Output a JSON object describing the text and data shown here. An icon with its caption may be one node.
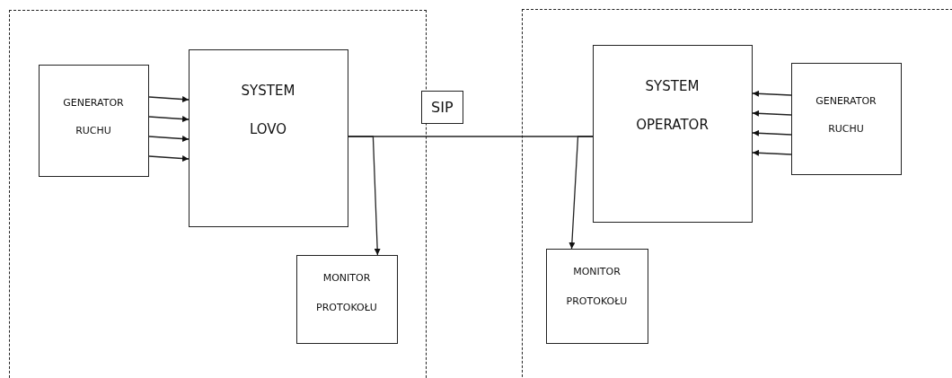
{
  "diagram": {
    "nodes": [
      {
        "text": [],
        "shape": "box"
      },
      {
        "text": [
          "GENERATOR RUCHU"
        ],
        "in": 0
      },
      {
        "text": [
          "SYSTEM LOVO"
        ],
        "in": 0
      },
      {
        "text": [
          "MONITOR PROTOKOŁU"
        ],
        "in": 0
      },
      {
        "text": [],
        "shape": "box"
      },
      {
        "text": [
          "SYSTEM OPERATOR"
        ],
        "in": 4
      },
      {
        "text": [
          "GENERATOR RUCHU"
        ],
        "in": 4
      },
      {
        "text": [
          "MONITOR PROTOKOŁU"
        ],
        "in": 4
      }
    ],
    "edges": [
      {
        "from": 1,
        "to": 2,
        "arrow": "to"
      },
      {
        "from": 1,
        "to": 2,
        "arrow": "to"
      },
      {
        "from": 1,
        "to": 2,
        "arrow": "to"
      },
      {
        "from": 1,
        "to": 2,
        "arrow": "to"
      },
      {
        "from": 2,
        "to": 5,
        "arrow": "none",
        "label": "SIP"
      },
      {
        "from": 2,
        "to": 3,
        "arrow": "to"
      },
      {
        "from": 5,
        "to": 7,
        "arrow": "to"
      },
      {
        "from": 6,
        "to": 5,
        "arrow": "to"
      },
      {
        "from": 6,
        "to": 5,
        "arrow": "to"
      },
      {
        "from": 6,
        "to": 5,
        "arrow": "to"
      },
      {
        "from": 6,
        "to": 5,
        "arrow": "to"
      }
    ]
  }
}
